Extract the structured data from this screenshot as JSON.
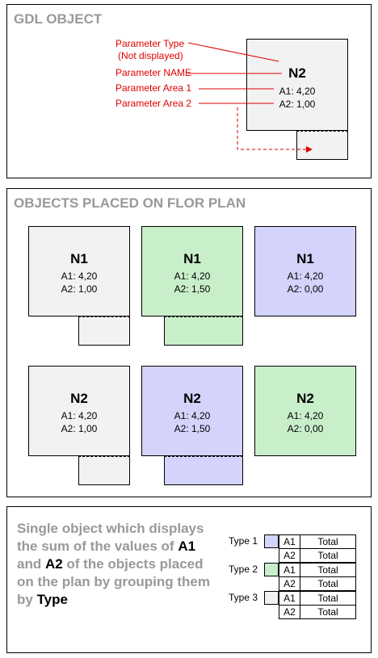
{
  "gdl": {
    "heading": "GDL OBJECT",
    "labels": {
      "param_type_line1": "Parameter Type",
      "param_type_line2": "(Not displayed)",
      "param_name": "Parameter NAME",
      "param_area1": "Parameter Area 1",
      "param_area2": "Parameter Area 2"
    },
    "object": {
      "name": "N2",
      "a1": "A1: 4,20",
      "a2": "A2: 1,00"
    }
  },
  "floor": {
    "heading": "OBJECTS PLACED ON FLOR PLAN",
    "objects": [
      {
        "name": "N1",
        "a1": "A1: 4,20",
        "a2": "A2: 1,00",
        "color": "#f2f2f2"
      },
      {
        "name": "N1",
        "a1": "A1: 4,20",
        "a2": "A2: 1,50",
        "color": "#c9efca"
      },
      {
        "name": "N1",
        "a1": "A1: 4,20",
        "a2": "A2: 0,00",
        "color": "#d3d3fb"
      },
      {
        "name": "N2",
        "a1": "A1: 4,20",
        "a2": "A2: 1,00",
        "color": "#f2f2f2"
      },
      {
        "name": "N2",
        "a1": "A1: 4,20",
        "a2": "A2: 1,50",
        "color": "#d3d3fb"
      },
      {
        "name": "N2",
        "a1": "A1: 4,20",
        "a2": "A2: 0,00",
        "color": "#c9efca"
      }
    ]
  },
  "summary": {
    "text_prefix": "Single object which displays the sum of the values of ",
    "a1": "A1",
    "and": " and ",
    "a2": "A2",
    "text_mid": " of the objects placed on the plan by grouping them by ",
    "type_word": "Type",
    "types": [
      {
        "label": "Type 1",
        "color": "#d3d3fb",
        "rows": [
          {
            "key": "A1",
            "val": "Total"
          },
          {
            "key": "A2",
            "val": "Total"
          }
        ]
      },
      {
        "label": "Type 2",
        "color": "#c9efca",
        "rows": [
          {
            "key": "A1",
            "val": "Total"
          },
          {
            "key": "A2",
            "val": "Total"
          }
        ]
      },
      {
        "label": "Type 3",
        "color": "#f2f2f2",
        "rows": [
          {
            "key": "A1",
            "val": "Total"
          },
          {
            "key": "A2",
            "val": "Total"
          }
        ]
      }
    ]
  }
}
